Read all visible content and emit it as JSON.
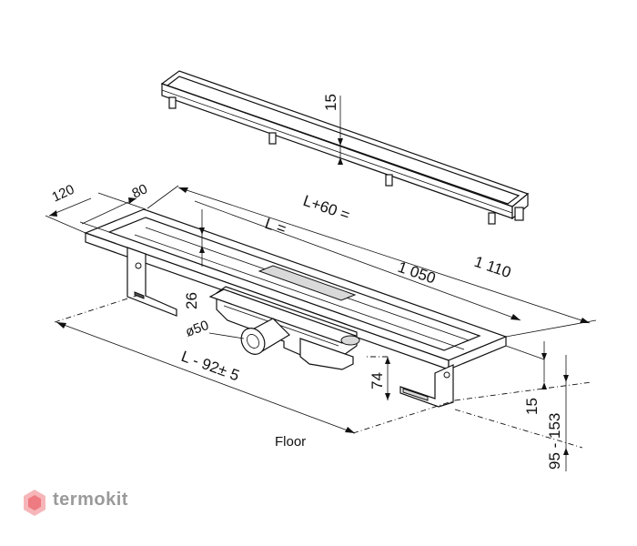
{
  "labels": {
    "grate_height": "15",
    "length_full": "L+60 =",
    "length_l": "L =",
    "length_1050": "1 050",
    "length_1110": "1 110",
    "width_120": "120",
    "width_80": "80",
    "depth_26": "26",
    "diameter_50": "ø50",
    "height_74": "74",
    "floor_span": "L - 92± 5",
    "height_15": "15",
    "height_range": "95 - 153",
    "floor": "Floor"
  },
  "brand": {
    "name": "termokit",
    "color": "#e8464e"
  }
}
